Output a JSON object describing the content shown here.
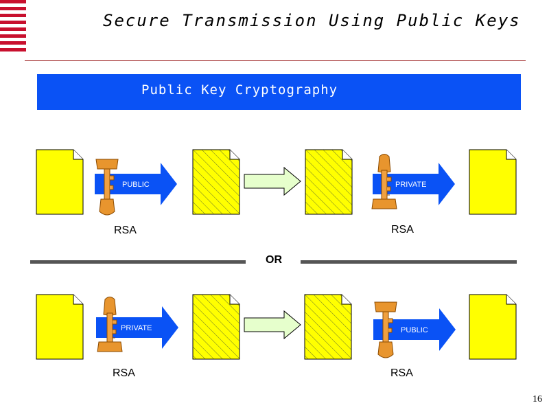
{
  "slide": {
    "title": "Secure Transmission Using Public Keys",
    "banner": "Public Key Cryptography",
    "separator_text": "OR",
    "page_number": "16"
  },
  "rows": [
    {
      "first_key_label": "PUBLIC",
      "second_key_label": "PRIVATE",
      "first_algorithm": "RSA",
      "second_algorithm": "RSA"
    },
    {
      "first_key_label": "PRIVATE",
      "second_key_label": "PUBLIC",
      "first_algorithm": "RSA",
      "second_algorithm": "RSA"
    }
  ],
  "colors": {
    "stripe": "#c8102e",
    "banner": "#0a52f5",
    "document": "#ffff00",
    "arrow_blue": "#0a52f5",
    "arrow_green": "#e6ffcc",
    "key": "#e8952e",
    "separator": "#555555"
  }
}
